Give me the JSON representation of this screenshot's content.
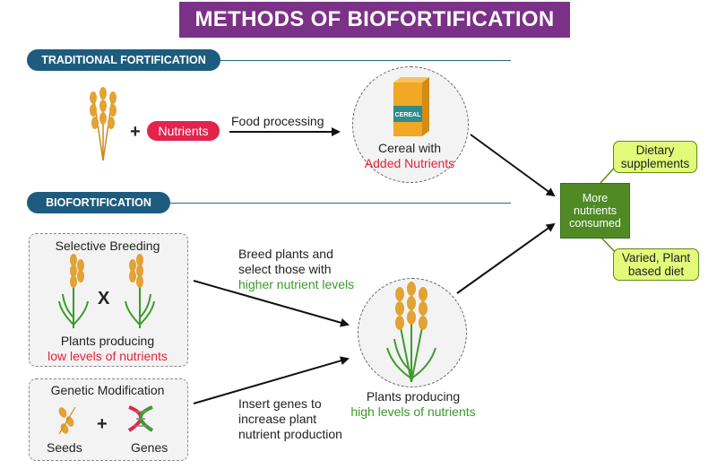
{
  "title": "METHODS OF BIOFORTIFICATION",
  "traditional": {
    "header": "TRADITIONAL FORTIFICATION",
    "plus": "+",
    "nutrients_tag": "Nutrients",
    "process_label": "Food processing",
    "cereal_box_text": "CEREAL",
    "result_line1": "Cereal with",
    "result_line2": "Added Nutrients"
  },
  "biofortification": {
    "header": "BIOFORTIFICATION",
    "selective_breeding": {
      "title": "Selective Breeding",
      "cross": "X",
      "caption_line1": "Plants producing",
      "caption_line2": "low levels of nutrients"
    },
    "genetic_modification": {
      "title": "Genetic Modification",
      "plus": "+",
      "seeds_label": "Seeds",
      "genes_label": "Genes"
    },
    "breed_note_line1": "Breed plants and",
    "breed_note_line2": "select those with",
    "breed_note_line3": "higher nutrient levels",
    "insert_note_line1": "Insert genes to",
    "insert_note_line2": "increase plant",
    "insert_note_line3": "nutrient production",
    "result_line1": "Plants producing",
    "result_line2": "high levels of nutrients"
  },
  "outcome": {
    "center_line1": "More",
    "center_line2": "nutrients",
    "center_line3": "consumed",
    "dietary_line1": "Dietary",
    "dietary_line2": "supplements",
    "varied_line1": "Varied, Plant",
    "varied_line2": "based diet"
  },
  "colors": {
    "title_bg": "#7b3187",
    "section_pill": "#1d5c7f",
    "nutrients_tag": "#e2244c",
    "low_text": "#e0223c",
    "high_text": "#3a9a2a",
    "outcome_box": "#4f8a24",
    "note_bg": "#e2f97a"
  }
}
